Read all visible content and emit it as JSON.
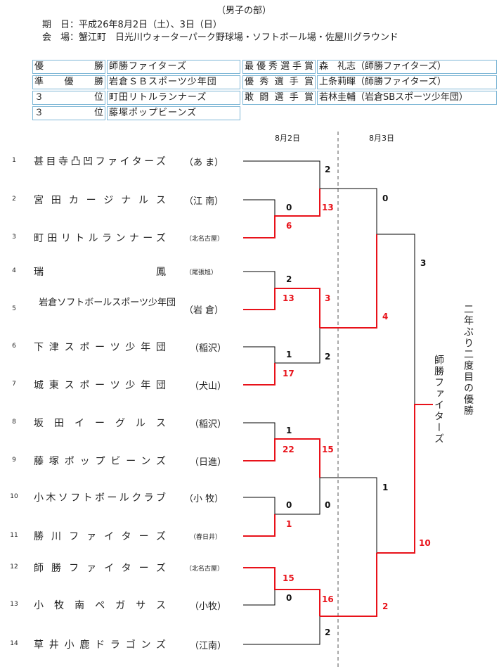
{
  "header": {
    "division": "（男子の部）",
    "dates": "期　日：平成26年8月2日（土）、3日（日）",
    "venue": "会　場：蟹江町　日光川ウォーターパーク野球場・ソフトボール場・佐屋川グラウンド"
  },
  "awards": [
    {
      "label": "優勝",
      "value": "師勝ファイターズ",
      "award": "最優秀選手賞",
      "winner": "森　礼志（師勝ファイターズ）"
    },
    {
      "label": "準優勝",
      "value": "岩倉ＳＢスポーツ少年団",
      "award": "優秀選手賞",
      "winner": "上条莉暉（師勝ファイターズ）"
    },
    {
      "label": "３位",
      "value": "町田リトルランナーズ",
      "award": "敢闘選手賞",
      "winner": "若林圭輔（岩倉SBスポーツ少年団）"
    },
    {
      "label": "３位",
      "value": "藤塚ポップビーンズ",
      "award": "",
      "winner": ""
    }
  ],
  "days": [
    "8月2日",
    "8月3日"
  ],
  "teams": [
    {
      "num": "1",
      "name": "甚目寺凸凹ファイターズ",
      "loc": "（あ ま）"
    },
    {
      "num": "2",
      "name": "宮田カージナルス",
      "loc": "（江 南）"
    },
    {
      "num": "3",
      "name": "町田リトルランナーズ",
      "loc": "（北名古屋）"
    },
    {
      "num": "4",
      "name": "瑞鳳",
      "loc": "（尾張旭）"
    },
    {
      "num": "5",
      "name": "岩倉ソフトボールスポーツ少年団",
      "loc": "（岩 倉）"
    },
    {
      "num": "6",
      "name": "下津スポーツ少年団",
      "loc": "（稲沢）"
    },
    {
      "num": "7",
      "name": "城東スポーツ少年団",
      "loc": "（犬山）"
    },
    {
      "num": "8",
      "name": "坂田イーグルス",
      "loc": "（稲沢）"
    },
    {
      "num": "9",
      "name": "藤塚ポップビーンズ",
      "loc": "（日進）"
    },
    {
      "num": "10",
      "name": "小木ソフトボールクラブ",
      "loc": "（小 牧）"
    },
    {
      "num": "11",
      "name": "勝川ファイターズ",
      "loc": "（春日井）"
    },
    {
      "num": "12",
      "name": "師勝ファイターズ",
      "loc": "（北名古屋）"
    },
    {
      "num": "13",
      "name": "小牧南ペガサス",
      "loc": "（小牧）"
    },
    {
      "num": "14",
      "name": "草井小鹿ドラゴンズ",
      "loc": "（江南）"
    }
  ],
  "scores": {
    "r1_2_3_top": "0",
    "r1_2_3_bot": "6",
    "r1_4_5_top": "2",
    "r1_4_5_bot": "13",
    "r1_6_7_top": "1",
    "r1_6_7_bot": "17",
    "r1_8_9_top": "1",
    "r1_8_9_bot": "22",
    "r1_10_11_top": "0",
    "r1_10_11_bot": "1",
    "r1_12_13_top": "15",
    "r1_12_13_bot": "0",
    "qf_a_top": "2",
    "qf_a_bot": "13",
    "qf_b_top": "3",
    "qf_b_bot": "2",
    "qf_c_top": "15",
    "qf_c_bot": "0",
    "qf_d_top": "16",
    "qf_d_bot": "2",
    "sf_a_top": "0",
    "sf_a_bot": "4",
    "sf_b_top": "1",
    "sf_b_bot": "2",
    "final_top": "3",
    "final_bot": "10"
  },
  "champion": {
    "team": "師勝ファイターズ",
    "note": "二年ぶり二度目の優勝"
  },
  "colors": {
    "winner_line": "#e8121a",
    "line": "#000000",
    "box_border": "#7fb7d6"
  }
}
